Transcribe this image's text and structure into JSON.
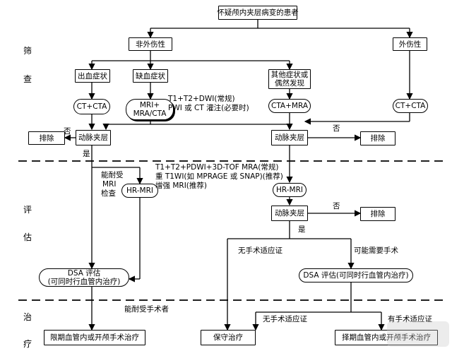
{
  "stages": {
    "screening_1": "筛",
    "screening_2": "查",
    "evaluation_1": "评",
    "evaluation_2": "估",
    "treatment_1": "治",
    "treatment_2": "疗"
  },
  "nodes": {
    "start": "怀疑颅内夹层病变的患者",
    "non_trauma": "非外伤性",
    "trauma": "外伤性",
    "bleeding": "出血症状",
    "ischemic": "缺血症状",
    "other_line1": "其他症状或",
    "other_line2": "偶然发现",
    "ct_cta_left": "CT+CTA",
    "mri_line1": "MRI+",
    "mri_line2": "MRA/CTA",
    "cta_mra": "CTA+MRA",
    "ct_cta_right": "CT+CTA",
    "exclude_left": "排除",
    "dissection_left": "动脉夹层",
    "dissection_center": "动脉夹层",
    "exclude_right_1": "排除",
    "hr_mri_left": "HR-MRI",
    "hr_mri_center": "HR-MRI",
    "dissection_eval": "动脉夹层",
    "exclude_right_2": "排除",
    "dsa_left_line1": "DSA 评估",
    "dsa_left_line2": "(可同时行血管内治疗)",
    "dsa_right": "DSA 评估(可同时行血管内治疗)",
    "treat_left": "限期血管内或开颅手术治疗",
    "conservative": "保守治疗",
    "treat_right": "择期血管内或开颅手术治疗"
  },
  "labels": {
    "mri_protocol_1": "T1+T2+DWI(常规)",
    "mri_protocol_2": "PWI 或 CT 灌注(必要时)",
    "no_1": "否",
    "yes_1": "是",
    "hr_protocol_1": "T1+T2+PDWI+3D-TOF MRA(常规)",
    "hr_protocol_2": "重 T1WI(如 MPRAGE 或 SNAP)(推荐)",
    "hr_protocol_3": "增强 MRI(推荐)",
    "mri_tolerance_1": "能耐受",
    "mri_tolerance_2": "MRI",
    "mri_tolerance_3": "检查",
    "no_2": "否",
    "yes_2": "是",
    "no_surgery_1": "无手术适应证",
    "maybe_surgery": "可能需要手术",
    "surgery_tolerance": "能耐受手术者",
    "no_surgery_2": "无手术适应证",
    "has_surgery": "有手术适应证"
  }
}
